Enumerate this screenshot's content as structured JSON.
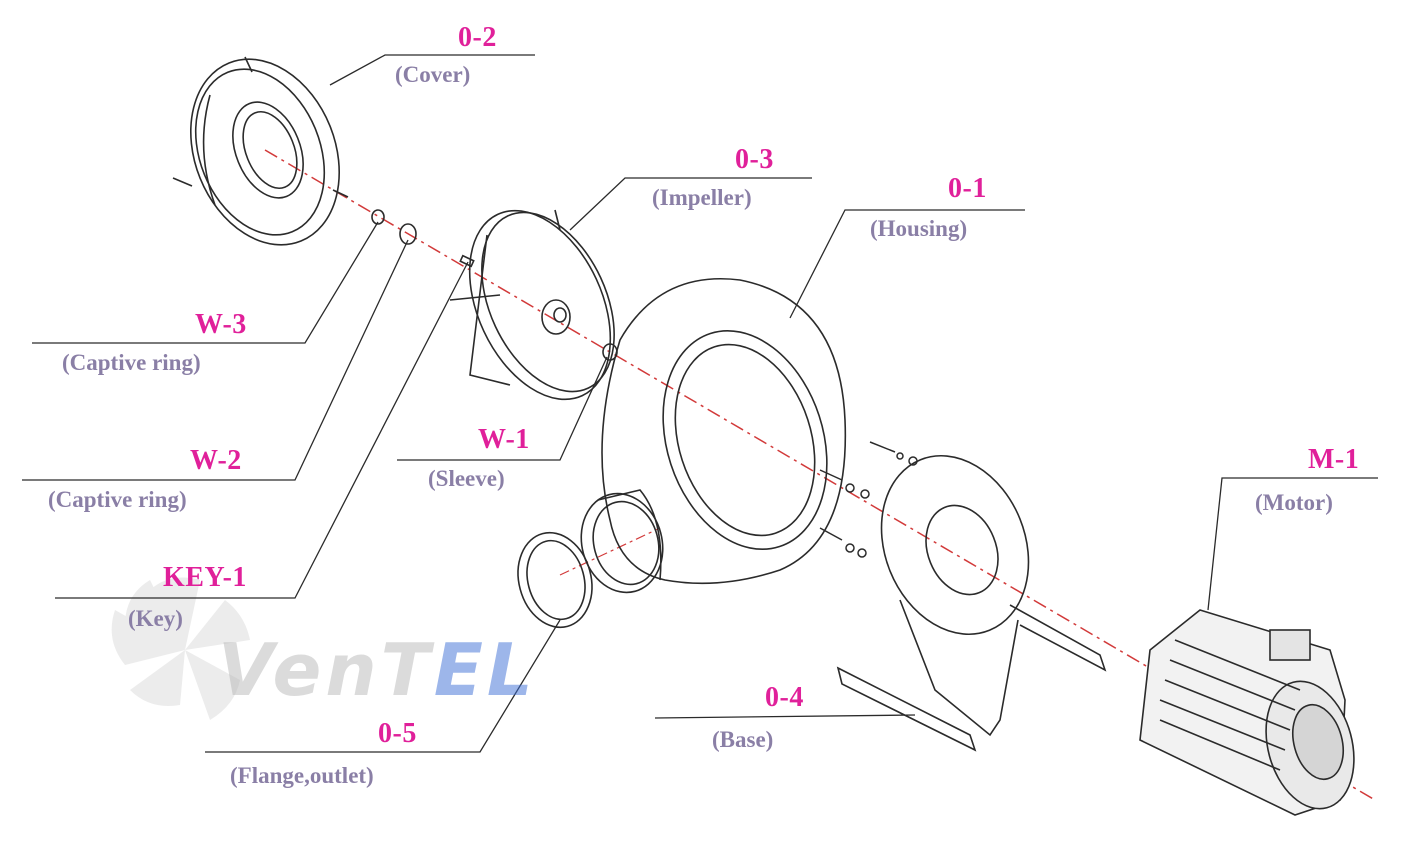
{
  "brand": {
    "word_main": "VenT",
    "word_accent": "EL",
    "accent_color": "#3d6fd6",
    "main_color": "#b8b8b8"
  },
  "colors": {
    "code": "#e0209a",
    "desc": "#8a7fa6",
    "line": "#2b2b2b",
    "axis": "#d23a3a"
  },
  "parts": [
    {
      "id": "cover",
      "code": "0-2",
      "desc": "(Cover)"
    },
    {
      "id": "impeller",
      "code": "0-3",
      "desc": "(Impeller)"
    },
    {
      "id": "housing",
      "code": "0-1",
      "desc": "(Housing)"
    },
    {
      "id": "w3",
      "code": "W-3",
      "desc": "(Captive ring)"
    },
    {
      "id": "w2",
      "code": "W-2",
      "desc": "(Captive ring)"
    },
    {
      "id": "w1",
      "code": "W-1",
      "desc": "(Sleeve)"
    },
    {
      "id": "key",
      "code": "KEY-1",
      "desc": "(Key)"
    },
    {
      "id": "motor",
      "code": "M-1",
      "desc": "(Motor)"
    },
    {
      "id": "base",
      "code": "0-4",
      "desc": "(Base)"
    },
    {
      "id": "flange",
      "code": "0-5",
      "desc": "(Flange,outlet)"
    }
  ]
}
